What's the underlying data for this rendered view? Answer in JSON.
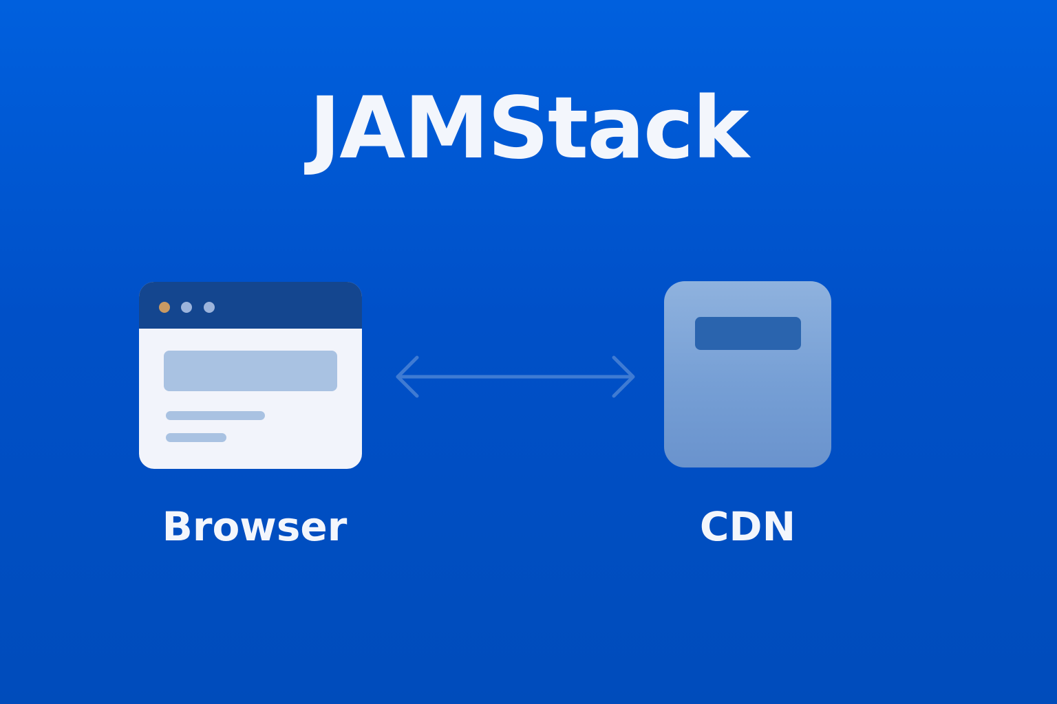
{
  "diagram": {
    "title": "JAMStack",
    "nodes": [
      {
        "id": "browser",
        "label": "Browser"
      },
      {
        "id": "cdn",
        "label": "CDN"
      }
    ],
    "edges": [
      {
        "from": "browser",
        "to": "cdn",
        "direction": "bidirectional"
      }
    ]
  },
  "colors": {
    "background": "#0058d4",
    "text": "#f3f6fc",
    "browser_titlebar": "#14468f",
    "browser_body": "#f2f4fb",
    "browser_placeholder": "#a9c2e2",
    "window_dot_accent": "#c99a63",
    "window_dot": "#9cb4dc",
    "cdn_box": "#7ea5d8",
    "cdn_slot": "#2a64ae",
    "arrow": "#3f7bd3"
  },
  "icons": {
    "browser": "browser-window-icon",
    "cdn": "server-icon",
    "connection": "double-arrow-icon"
  }
}
